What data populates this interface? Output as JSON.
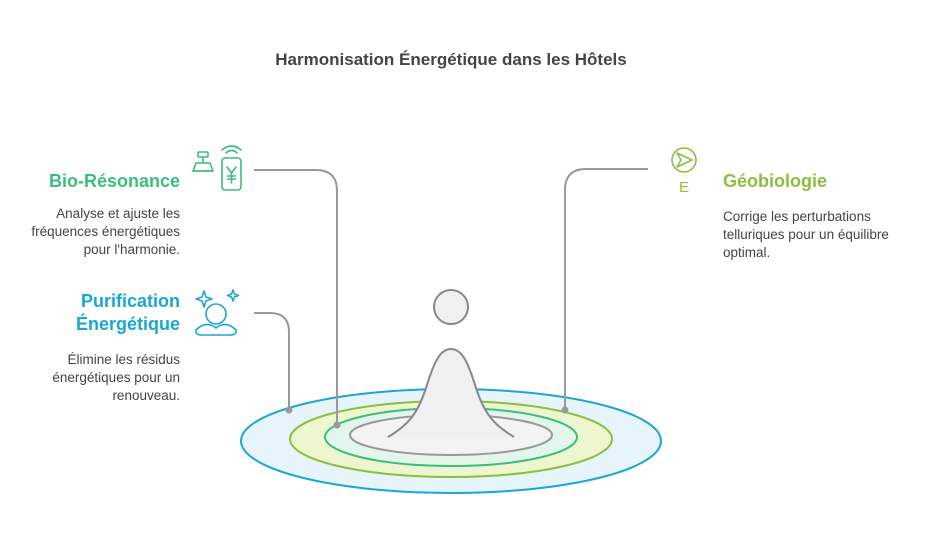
{
  "title": "Harmonisation Énergétique dans les Hôtels",
  "items": [
    {
      "heading": "Bio-Résonance",
      "description": "Analyse et ajuste les fréquences énergétiques pour l'harmonie.",
      "color": "#3dbd7d",
      "icon": "phone-signal-icon"
    },
    {
      "heading": "Purification Énergétique",
      "description": "Élimine les résidus énergétiques pour un renouveau.",
      "color": "#1ba6d4",
      "icon": "meditation-sparkles-icon"
    },
    {
      "heading": "Géobiologie",
      "description": "Corrige les perturbations telluriques pour un équilibre optimal.",
      "color": "#8cbf3f",
      "icon": "compass-icon"
    }
  ],
  "compass_letter": "E",
  "colors": {
    "outer_ring": "#1ba6d4",
    "middle_ring": "#8cbf3f",
    "inner_ring": "#3dbd7d",
    "center_ring": "#999999",
    "connector": "#999999",
    "figure_fill": "#f0f0f0",
    "figure_stroke": "#888888"
  }
}
